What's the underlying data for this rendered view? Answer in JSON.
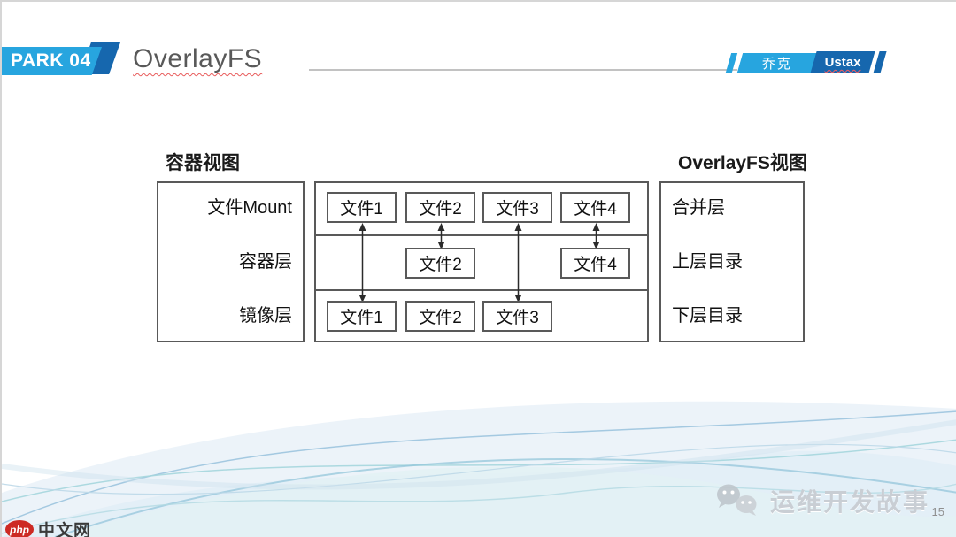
{
  "header": {
    "park_label": "PARK 04",
    "title": "OverlayFS",
    "author": "乔克",
    "brand": "Ustax"
  },
  "diagram": {
    "container_view_label": "容器视图",
    "overlayfs_view_label": "OverlayFS视图",
    "left_rows": [
      "文件Mount",
      "容器层",
      "镜像层"
    ],
    "right_rows": [
      "合并层",
      "上层目录",
      "下层目录"
    ],
    "top_files": [
      "文件1",
      "文件2",
      "文件3",
      "文件4"
    ],
    "middle_files": [
      "文件2",
      "文件4"
    ],
    "bottom_files": [
      "文件1",
      "文件2",
      "文件3"
    ]
  },
  "footer": {
    "site_prefix": "php",
    "site_name": "中文网",
    "watermark": "运维开发故事",
    "page_number": "15"
  },
  "colors": {
    "light_blue": "#27A5DF",
    "dark_blue": "#1667AE",
    "title_gray": "#595959",
    "rule_gray": "#C2C2C2",
    "box_border": "#595959",
    "logo_red": "#CD2A24",
    "watermark_gray": "#C9CED4"
  }
}
